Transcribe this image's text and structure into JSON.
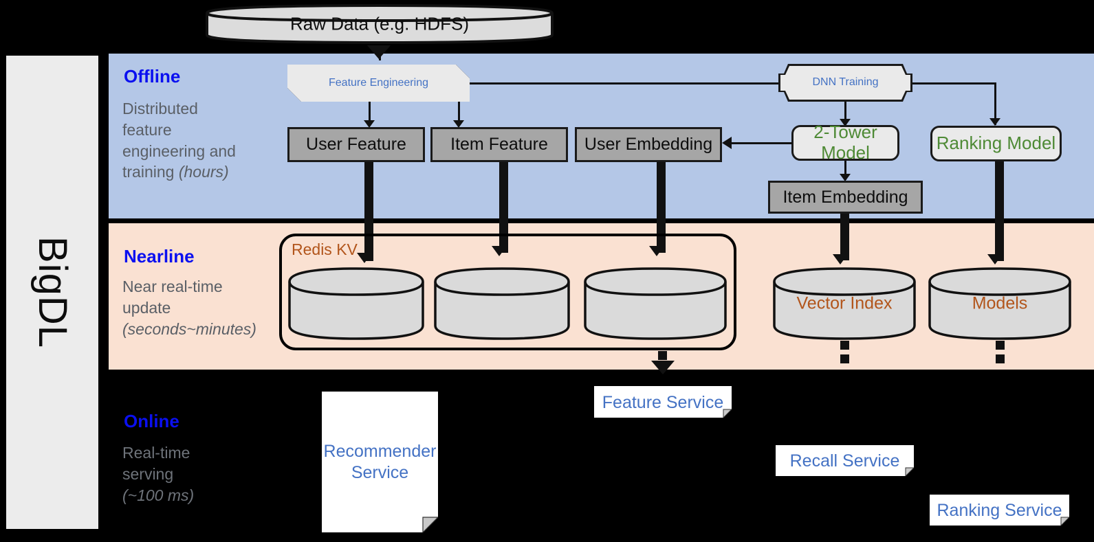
{
  "diagram": {
    "platform_label": "BigDL",
    "bands": [
      {
        "id": "offline",
        "title": "Offline",
        "subtitle_line1": "Distributed",
        "subtitle_line2": "feature",
        "subtitle_line3": "engineering and",
        "subtitle_line4": "training ",
        "subtitle_italic": "(hours)",
        "background": "#b4c7e7"
      },
      {
        "id": "nearline",
        "title": "Nearline",
        "subtitle_line1": "Near real-time",
        "subtitle_line2": "update",
        "subtitle_italic": "(seconds~minutes)",
        "background": "#fae1d2"
      },
      {
        "id": "online",
        "title": "Online",
        "subtitle_line1": "Real-time",
        "subtitle_line2": "serving",
        "subtitle_italic": "(~100 ms)",
        "background": "#000000"
      }
    ],
    "nodes": {
      "raw_data": "Raw Data (e.g. HDFS)",
      "feature_engineering": "Feature Engineering",
      "dnn_training": "DNN Training",
      "user_feature": "User Feature",
      "item_feature": "Item Feature",
      "user_embedding": "User Embedding",
      "two_tower_model": "2-Tower Model",
      "ranking_model": "Ranking Model",
      "item_embedding": "Item Embedding",
      "redis_kv": "Redis KV",
      "redis_store_1": "",
      "redis_store_2": "",
      "redis_store_3": "",
      "vector_index": "Vector Index",
      "models": "Models",
      "feature_service": "Feature Service",
      "recommender_service_line1": "Recommender",
      "recommender_service_line2": "Service",
      "recall_service": "Recall Service",
      "ranking_service": "Ranking Service"
    },
    "colors": {
      "offline_band": "#b4c7e7",
      "nearline_band": "#fae1d2",
      "online_band": "#000000",
      "panel": "#ececec",
      "data_box": "#a6a6a6",
      "process_box": "#eaeaea",
      "title_blue": "#0b10f0",
      "text_blue": "#4472c4",
      "text_green": "#4e8a35",
      "text_brown": "#b2551b",
      "subtitle_gray": "#5a5f66",
      "stroke": "#1a1a1a"
    }
  }
}
